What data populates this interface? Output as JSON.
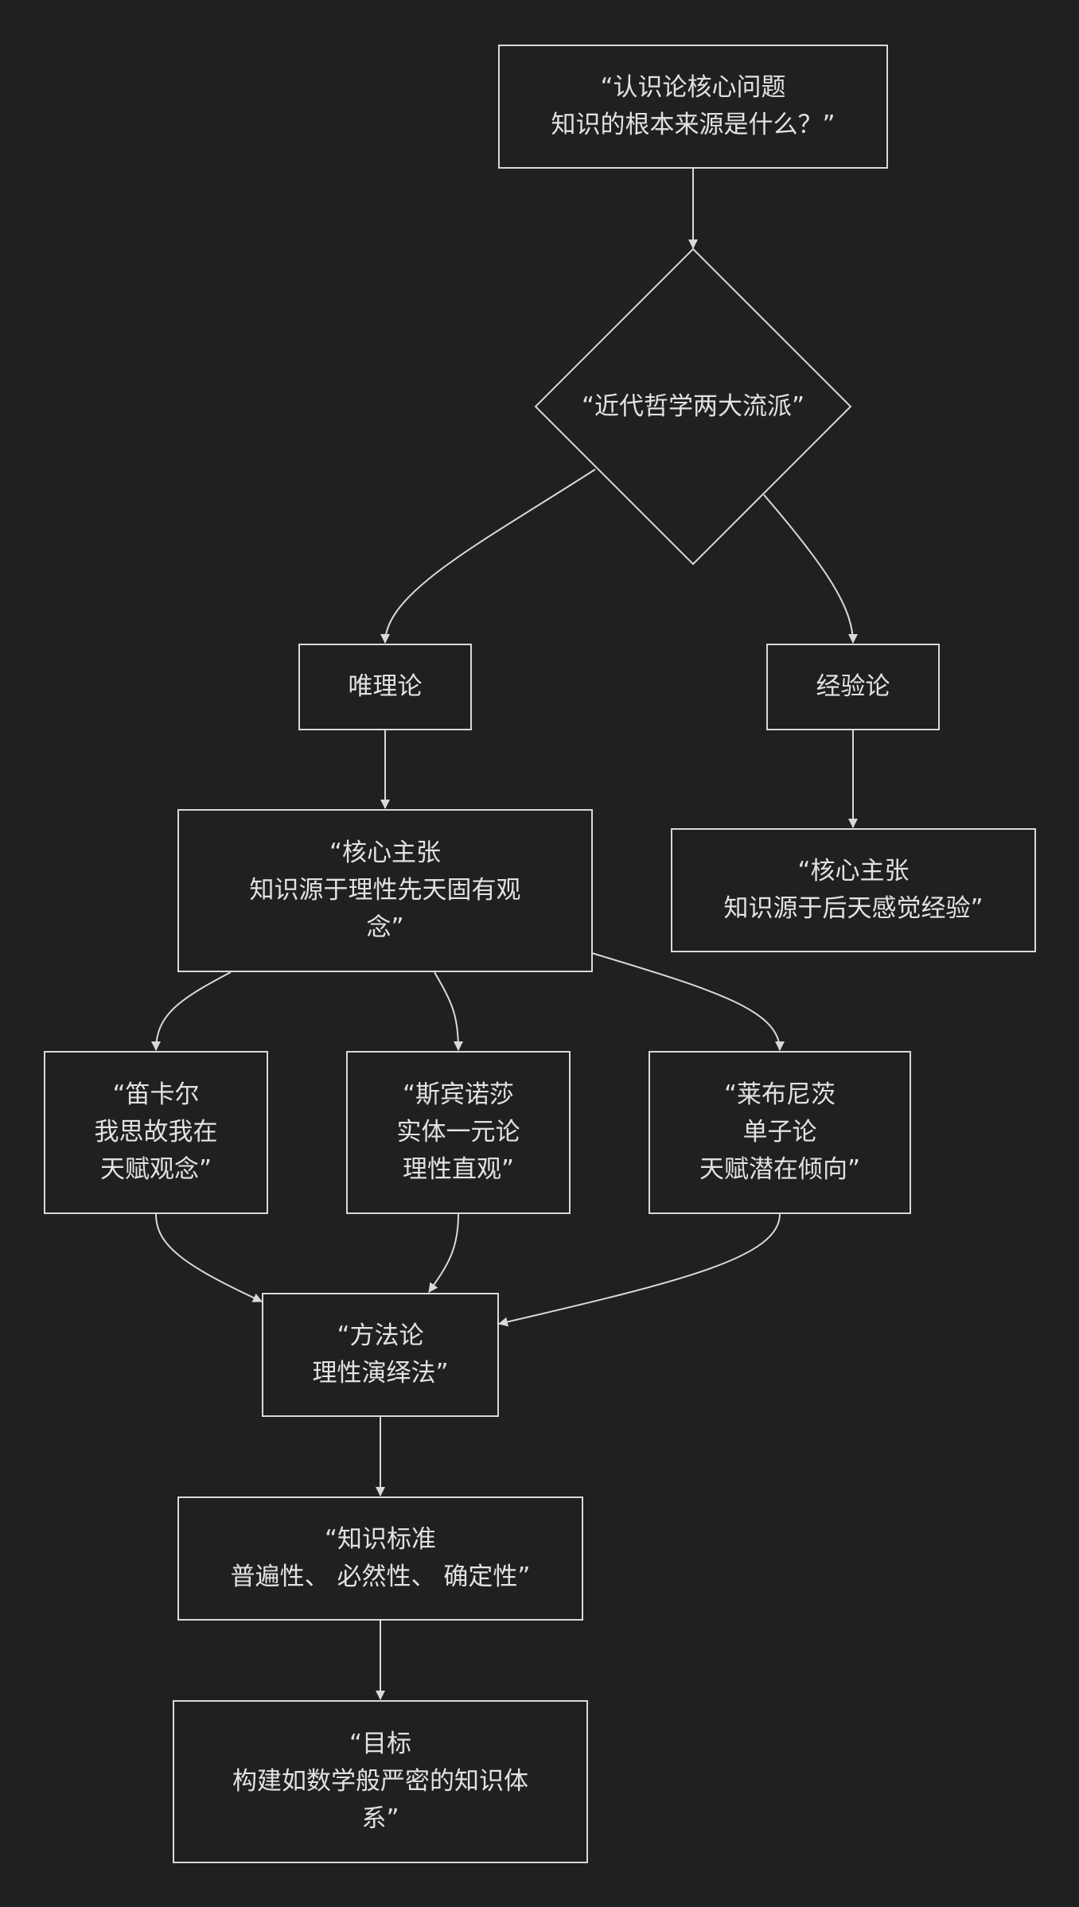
{
  "nodes": {
    "core_question": "“认识论核心问题\n知识的根本来源是什么？”",
    "two_schools": "“近代哲学两大流派”",
    "rationalism": "唯理论",
    "empiricism": "经验论",
    "rational_claim": "“核心主张\n知识源于理性先天固有观\n念”",
    "empirical_claim": "“核心主张\n知识源于后天感觉经验”",
    "descartes": "“笛卡尔\n我思故我在\n天赋观念”",
    "spinoza": "“斯宾诺莎\n实体一元论\n理性直观”",
    "leibniz": "“莱布尼茨\n单子论\n天赋潜在倾向”",
    "method": "“方法论\n理性演绎法”",
    "standard": "“知识标准\n普遍性、 必然性、 确定性”",
    "goal": "“目标\n构建如数学般严密的知识体\n系”"
  },
  "edges": [
    [
      "core_question",
      "two_schools"
    ],
    [
      "two_schools",
      "rationalism"
    ],
    [
      "two_schools",
      "empiricism"
    ],
    [
      "rationalism",
      "rational_claim"
    ],
    [
      "empiricism",
      "empirical_claim"
    ],
    [
      "rational_claim",
      "descartes"
    ],
    [
      "rational_claim",
      "spinoza"
    ],
    [
      "rational_claim",
      "leibniz"
    ],
    [
      "descartes",
      "method"
    ],
    [
      "spinoza",
      "method"
    ],
    [
      "leibniz",
      "method"
    ],
    [
      "method",
      "standard"
    ],
    [
      "standard",
      "goal"
    ]
  ],
  "colors": {
    "background": "#1f2020",
    "stroke": "#d9d9d9",
    "text": "#e2e2e2"
  }
}
